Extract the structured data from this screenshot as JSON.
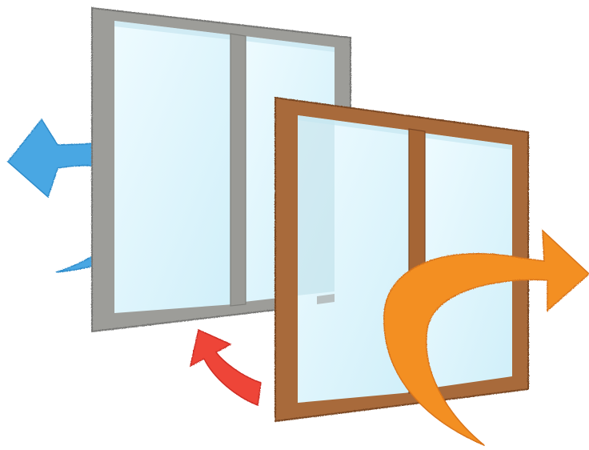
{
  "illustration": {
    "subject": "double-window-airflow",
    "colors": {
      "background": "#ffffff",
      "outer_frame_fill": "#9d9d99",
      "outer_frame_stroke": "#777774",
      "inner_frame_fill": "#a86a3a",
      "inner_frame_stroke": "#7a4624",
      "glass_light": "#e6f7fd",
      "glass_mid": "#cfeefa",
      "arrow_blue": "#49a7e3",
      "arrow_red": "#ee4438",
      "arrow_orange": "#f38f24"
    },
    "elements": {
      "outer_window": "gray-sliding-window",
      "inner_window": "brown-sliding-window",
      "blue_arrow": "blue-curved-arrow",
      "red_arrow": "red-curved-arrow",
      "orange_arrow": "orange-curved-arrow"
    }
  }
}
